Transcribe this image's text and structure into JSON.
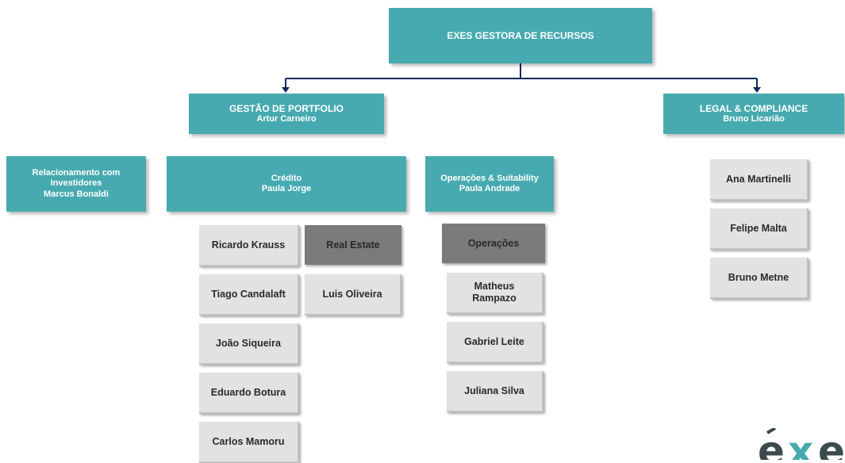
{
  "colors": {
    "teal": "#47aab0",
    "grey": "#e2e2e2",
    "dark_grey": "#7b7b7b",
    "connector": "#0a2a5c"
  },
  "root": {
    "title": "EXES GESTORA DE RECURSOS"
  },
  "portfolio": {
    "title": "GESTÃO DE PORTFOLIO",
    "head": "Artur Carneiro"
  },
  "legal": {
    "title": "LEGAL & COMPLIANCE",
    "head": "Bruno Licarião"
  },
  "investor_relations": {
    "line1": "Relacionamento com",
    "line2": "Investidores",
    "head": "Marcus Bonaldi"
  },
  "credit": {
    "title": "Crédito",
    "head": "Paula Jorge",
    "members": [
      "Ricardo Krauss",
      "Tiago Candalaft",
      "João Siqueira",
      "Eduardo Botura",
      "Carlos Mamoru"
    ],
    "real_estate": {
      "label": "Real Estate",
      "members": [
        "Luis Oliveira"
      ]
    }
  },
  "operations": {
    "title": "Operações & Suitability",
    "head": "Paula Andrade",
    "sub": {
      "label": "Operações"
    },
    "members": [
      {
        "line1": "Matheus",
        "line2": "Rampazo"
      },
      {
        "line1": "Gabriel Leite"
      },
      {
        "line1": "Juliana Silva"
      }
    ]
  },
  "legal_members": [
    "Ana Martinelli",
    "Felipe Malta",
    "Bruno Metne"
  ],
  "logo": {
    "icon": "exes-logo"
  }
}
